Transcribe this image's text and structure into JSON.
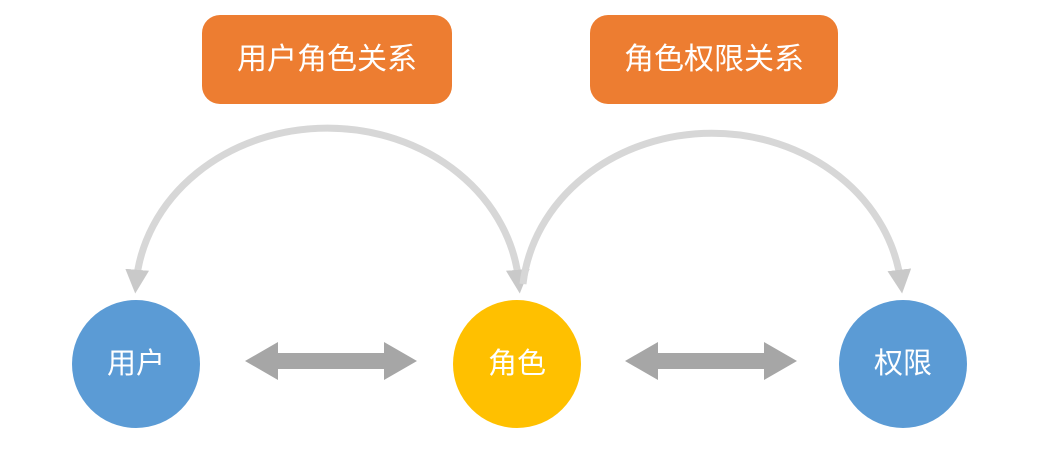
{
  "diagram": {
    "background": "#FFFFFF",
    "nodes": [
      {
        "id": "user",
        "label": "用户",
        "color": "#5B9BD5",
        "text_color": "#FFFFFF"
      },
      {
        "id": "role",
        "label": "角色",
        "color": "#FFC000",
        "text_color": "#FFFFFF"
      },
      {
        "id": "permission",
        "label": "权限",
        "color": "#5B9BD5",
        "text_color": "#FFFFFF"
      }
    ],
    "relation_labels": [
      {
        "id": "user-role",
        "label": "用户角色关系",
        "color": "#ED7D31",
        "text_color": "#FFFFFF"
      },
      {
        "id": "role-permission",
        "label": "角色权限关系",
        "color": "#ED7D31",
        "text_color": "#FFFFFF"
      }
    ],
    "connectors": {
      "arc_color": "#D7D7D7",
      "arc_arrowhead_color": "#C9C9C9",
      "double_arrow_color": "#A6A6A6"
    }
  }
}
